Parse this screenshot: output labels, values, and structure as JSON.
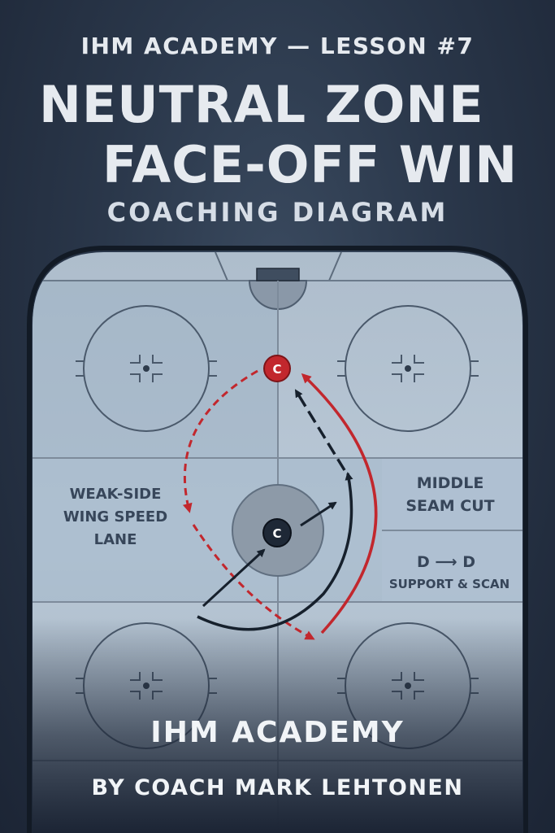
{
  "header": {
    "series": "IHM ACADEMY — LESSON #7",
    "title_line1": "NEUTRAL ZONE",
    "title_line2": "FACE-OFF WIN",
    "subtitle": "COACHING DIAGRAM"
  },
  "diagram": {
    "labels": {
      "weak_side_1": "WEAK-SIDE",
      "weak_side_2": "WING SPEED",
      "weak_side_3": "LANE",
      "middle_1": "MIDDLE",
      "middle_2": "SEAM CUT",
      "d_to_d": "D ⟶ D",
      "support_scan": "SUPPORT & SCAN"
    },
    "players": {
      "top_center": "C",
      "center": "C"
    },
    "colors": {
      "red": "#c2272d",
      "dark": "#16202c",
      "ice": "#b9c8d6"
    }
  },
  "footer": {
    "brand": "IHM ACADEMY",
    "byline": "BY COACH MARK LEHTONEN"
  }
}
